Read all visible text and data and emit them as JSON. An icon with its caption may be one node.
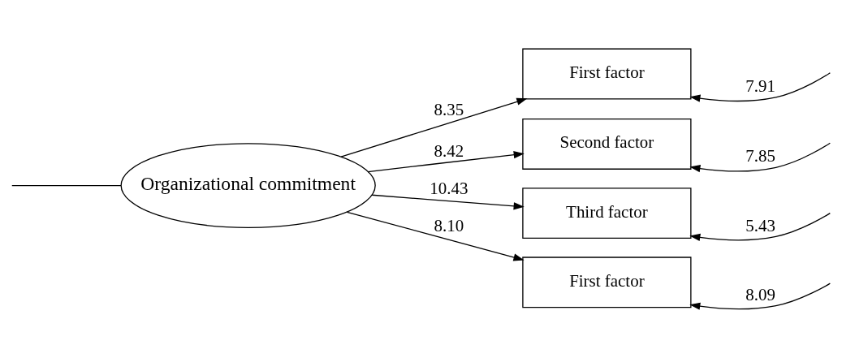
{
  "diagram": {
    "nodes": [
      {
        "text": [
          "Organizational commitment"
        ]
      },
      {
        "text": [
          "First factor"
        ]
      },
      {
        "text": [
          "Second factor"
        ]
      },
      {
        "text": [
          "Third factor"
        ]
      },
      {
        "text": [
          "First factor"
        ]
      }
    ],
    "edges": [
      {
        "from": null,
        "to": 0,
        "arrow": "none"
      },
      {
        "from": 0,
        "to": 1,
        "arrow": "to",
        "label": "8.35"
      },
      {
        "from": 0,
        "to": 2,
        "arrow": "to",
        "label": "8.42"
      },
      {
        "from": 0,
        "to": 3,
        "arrow": "to",
        "label": "10.43"
      },
      {
        "from": 0,
        "to": 4,
        "arrow": "to",
        "label": "8.10"
      },
      {
        "from": null,
        "to": 1,
        "arrow": "to",
        "label": "7.91"
      },
      {
        "from": null,
        "to": 2,
        "arrow": "to",
        "label": "7.85"
      },
      {
        "from": null,
        "to": 3,
        "arrow": "to",
        "label": "5.43"
      },
      {
        "from": null,
        "to": 4,
        "arrow": "to",
        "label": "8.09"
      }
    ]
  }
}
